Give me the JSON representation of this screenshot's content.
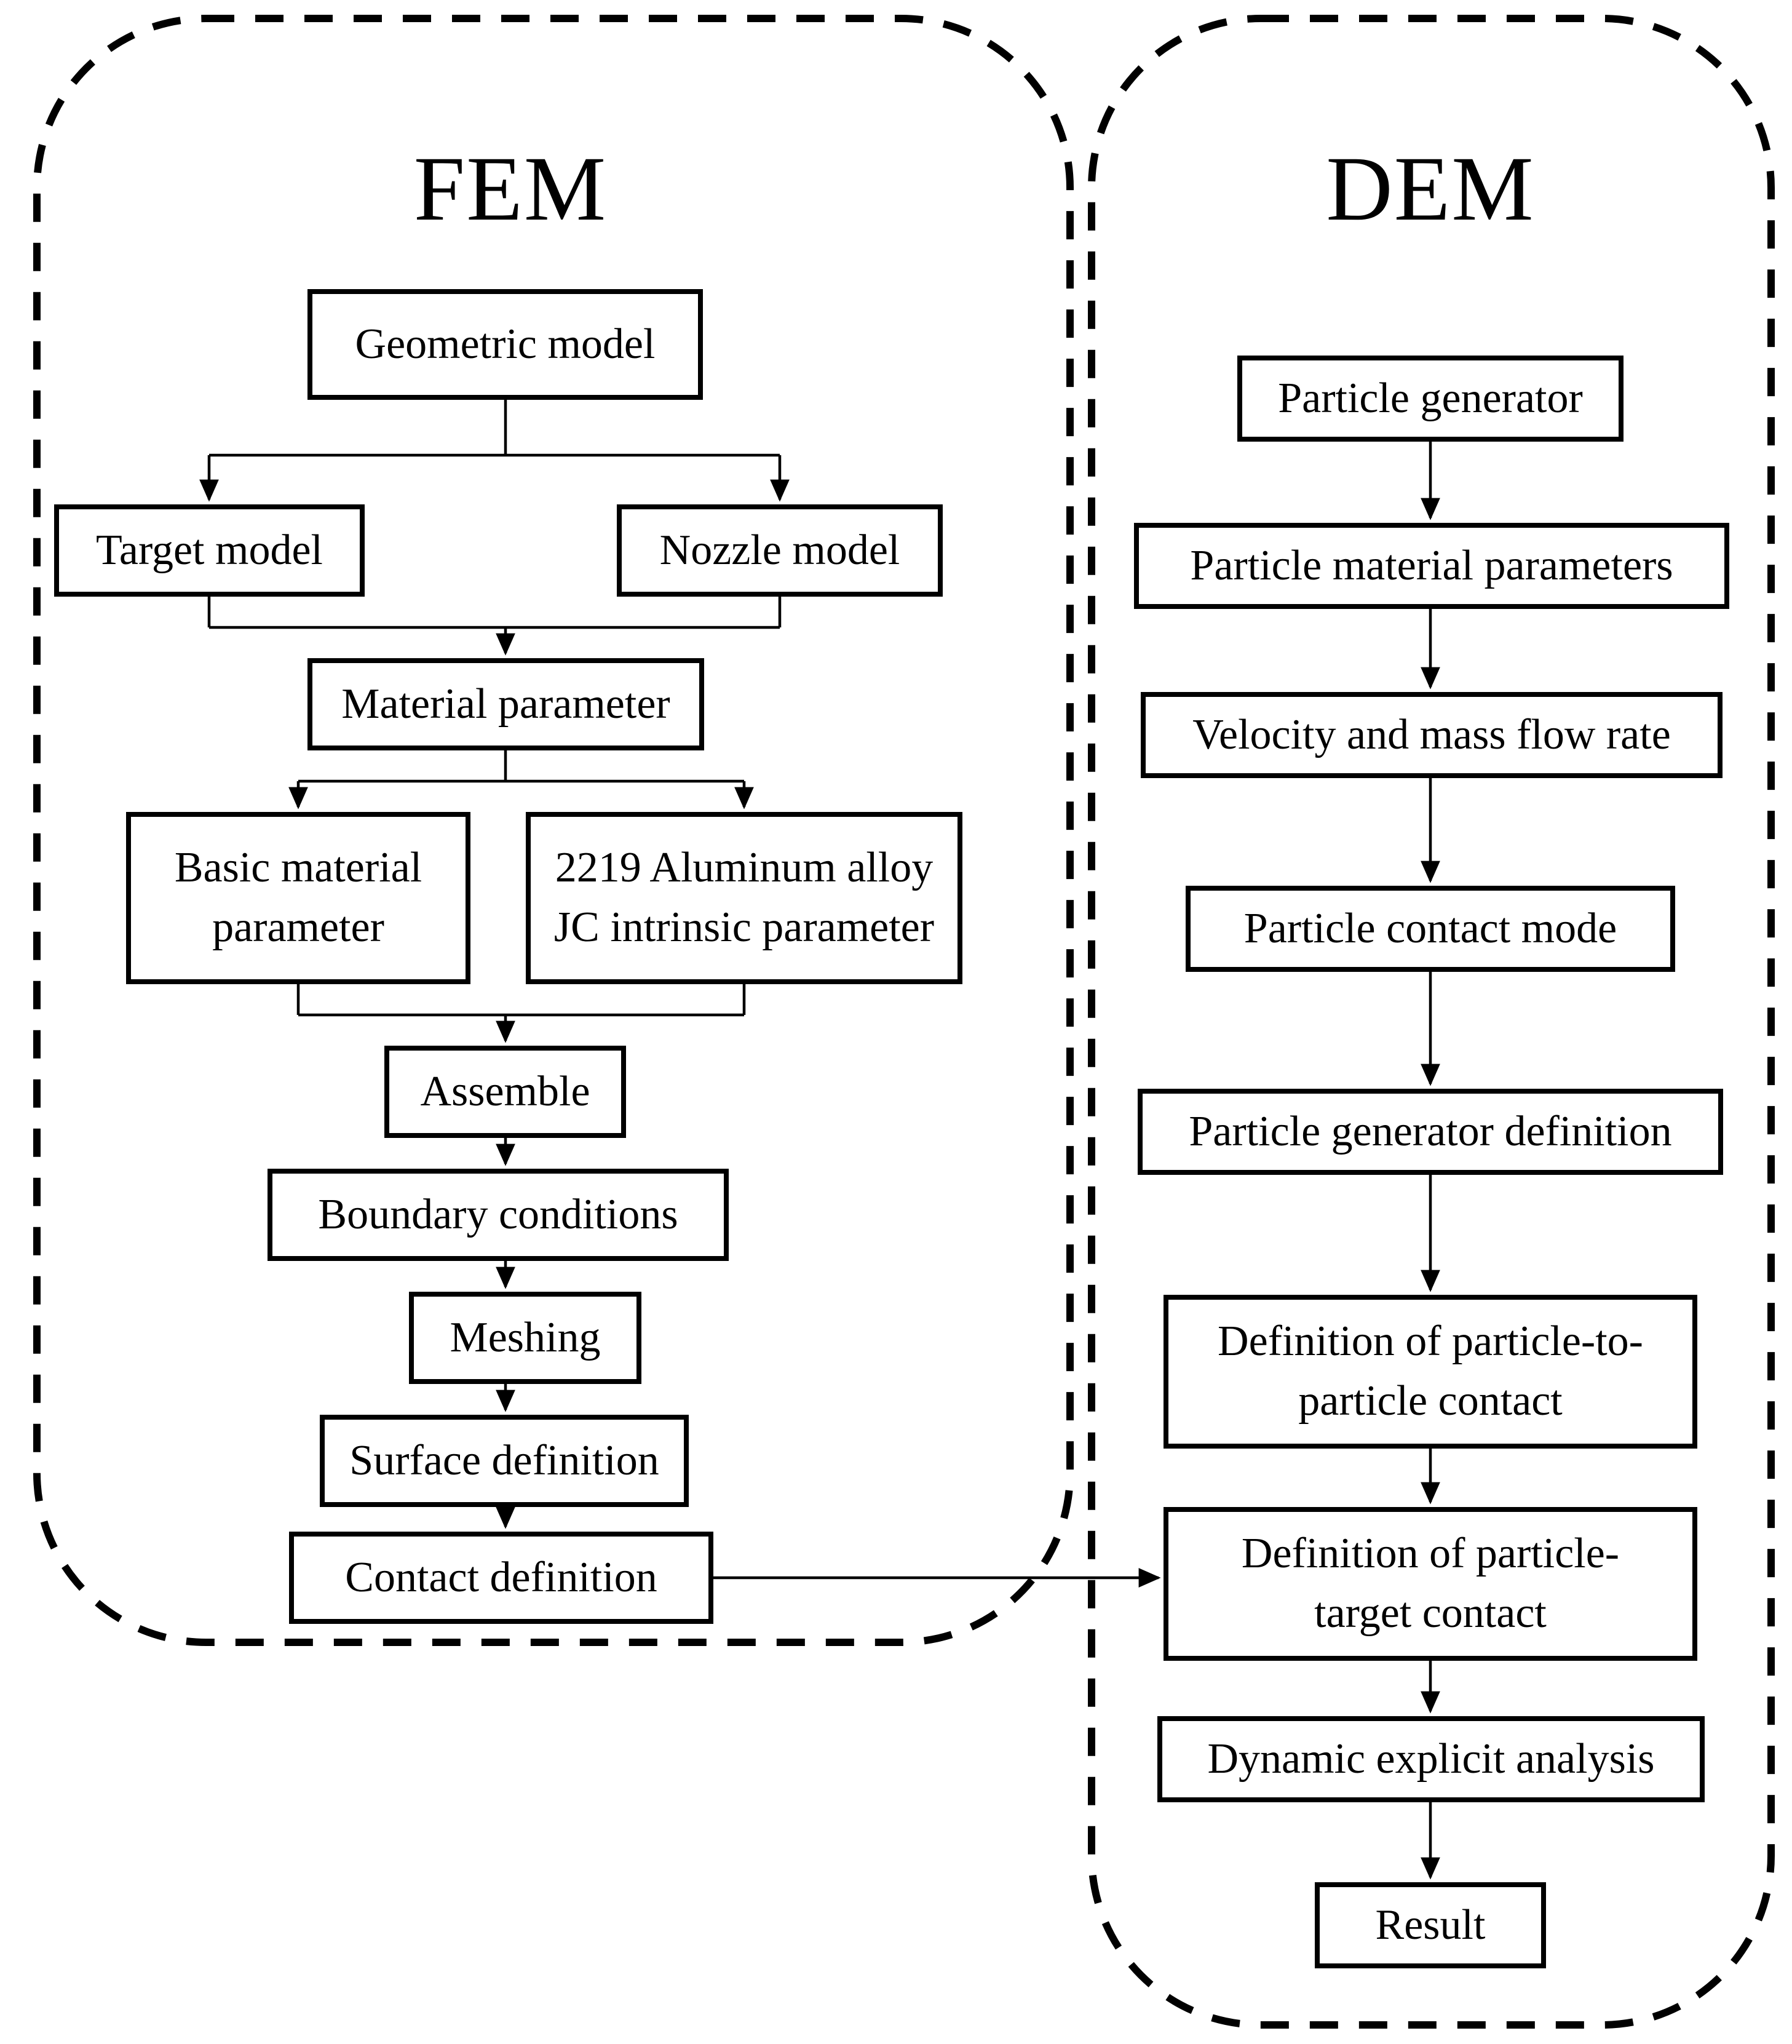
{
  "diagram": {
    "colors": {
      "ink": "#000000",
      "paper": "#ffffff"
    },
    "fem": {
      "title": "FEM",
      "nodes": [
        {
          "id": "geometric-model",
          "lines": [
            "Geometric model"
          ]
        },
        {
          "id": "target-model",
          "lines": [
            "Target model"
          ]
        },
        {
          "id": "nozzle-model",
          "lines": [
            "Nozzle model"
          ]
        },
        {
          "id": "material-parameter",
          "lines": [
            "Material parameter"
          ]
        },
        {
          "id": "basic-material-parameter",
          "lines": [
            "Basic material",
            "parameter"
          ]
        },
        {
          "id": "jc-intrinsic-parameter",
          "lines": [
            "2219 Aluminum alloy",
            "JC intrinsic parameter"
          ]
        },
        {
          "id": "assemble",
          "lines": [
            "Assemble"
          ]
        },
        {
          "id": "boundary-conditions",
          "lines": [
            "Boundary conditions"
          ]
        },
        {
          "id": "meshing",
          "lines": [
            "Meshing"
          ]
        },
        {
          "id": "surface-definition",
          "lines": [
            "Surface definition"
          ]
        },
        {
          "id": "contact-definition",
          "lines": [
            "Contact definition"
          ]
        }
      ]
    },
    "dem": {
      "title": "DEM",
      "nodes": [
        {
          "id": "particle-generator",
          "lines": [
            "Particle generator"
          ]
        },
        {
          "id": "particle-material-parameters",
          "lines": [
            "Particle material parameters"
          ]
        },
        {
          "id": "velocity-and-mass-flow-rate",
          "lines": [
            "Velocity and mass flow rate"
          ]
        },
        {
          "id": "particle-contact-mode",
          "lines": [
            "Particle contact mode"
          ]
        },
        {
          "id": "particle-generator-definition",
          "lines": [
            "Particle generator definition"
          ]
        },
        {
          "id": "particle-to-particle-contact",
          "lines": [
            "Definition of particle-to-",
            "particle contact"
          ]
        },
        {
          "id": "particle-target-contact",
          "lines": [
            "Definition of particle-",
            "target contact"
          ]
        },
        {
          "id": "dynamic-explicit-analysis",
          "lines": [
            "Dynamic explicit analysis"
          ]
        },
        {
          "id": "result",
          "lines": [
            "Result"
          ]
        }
      ]
    }
  }
}
